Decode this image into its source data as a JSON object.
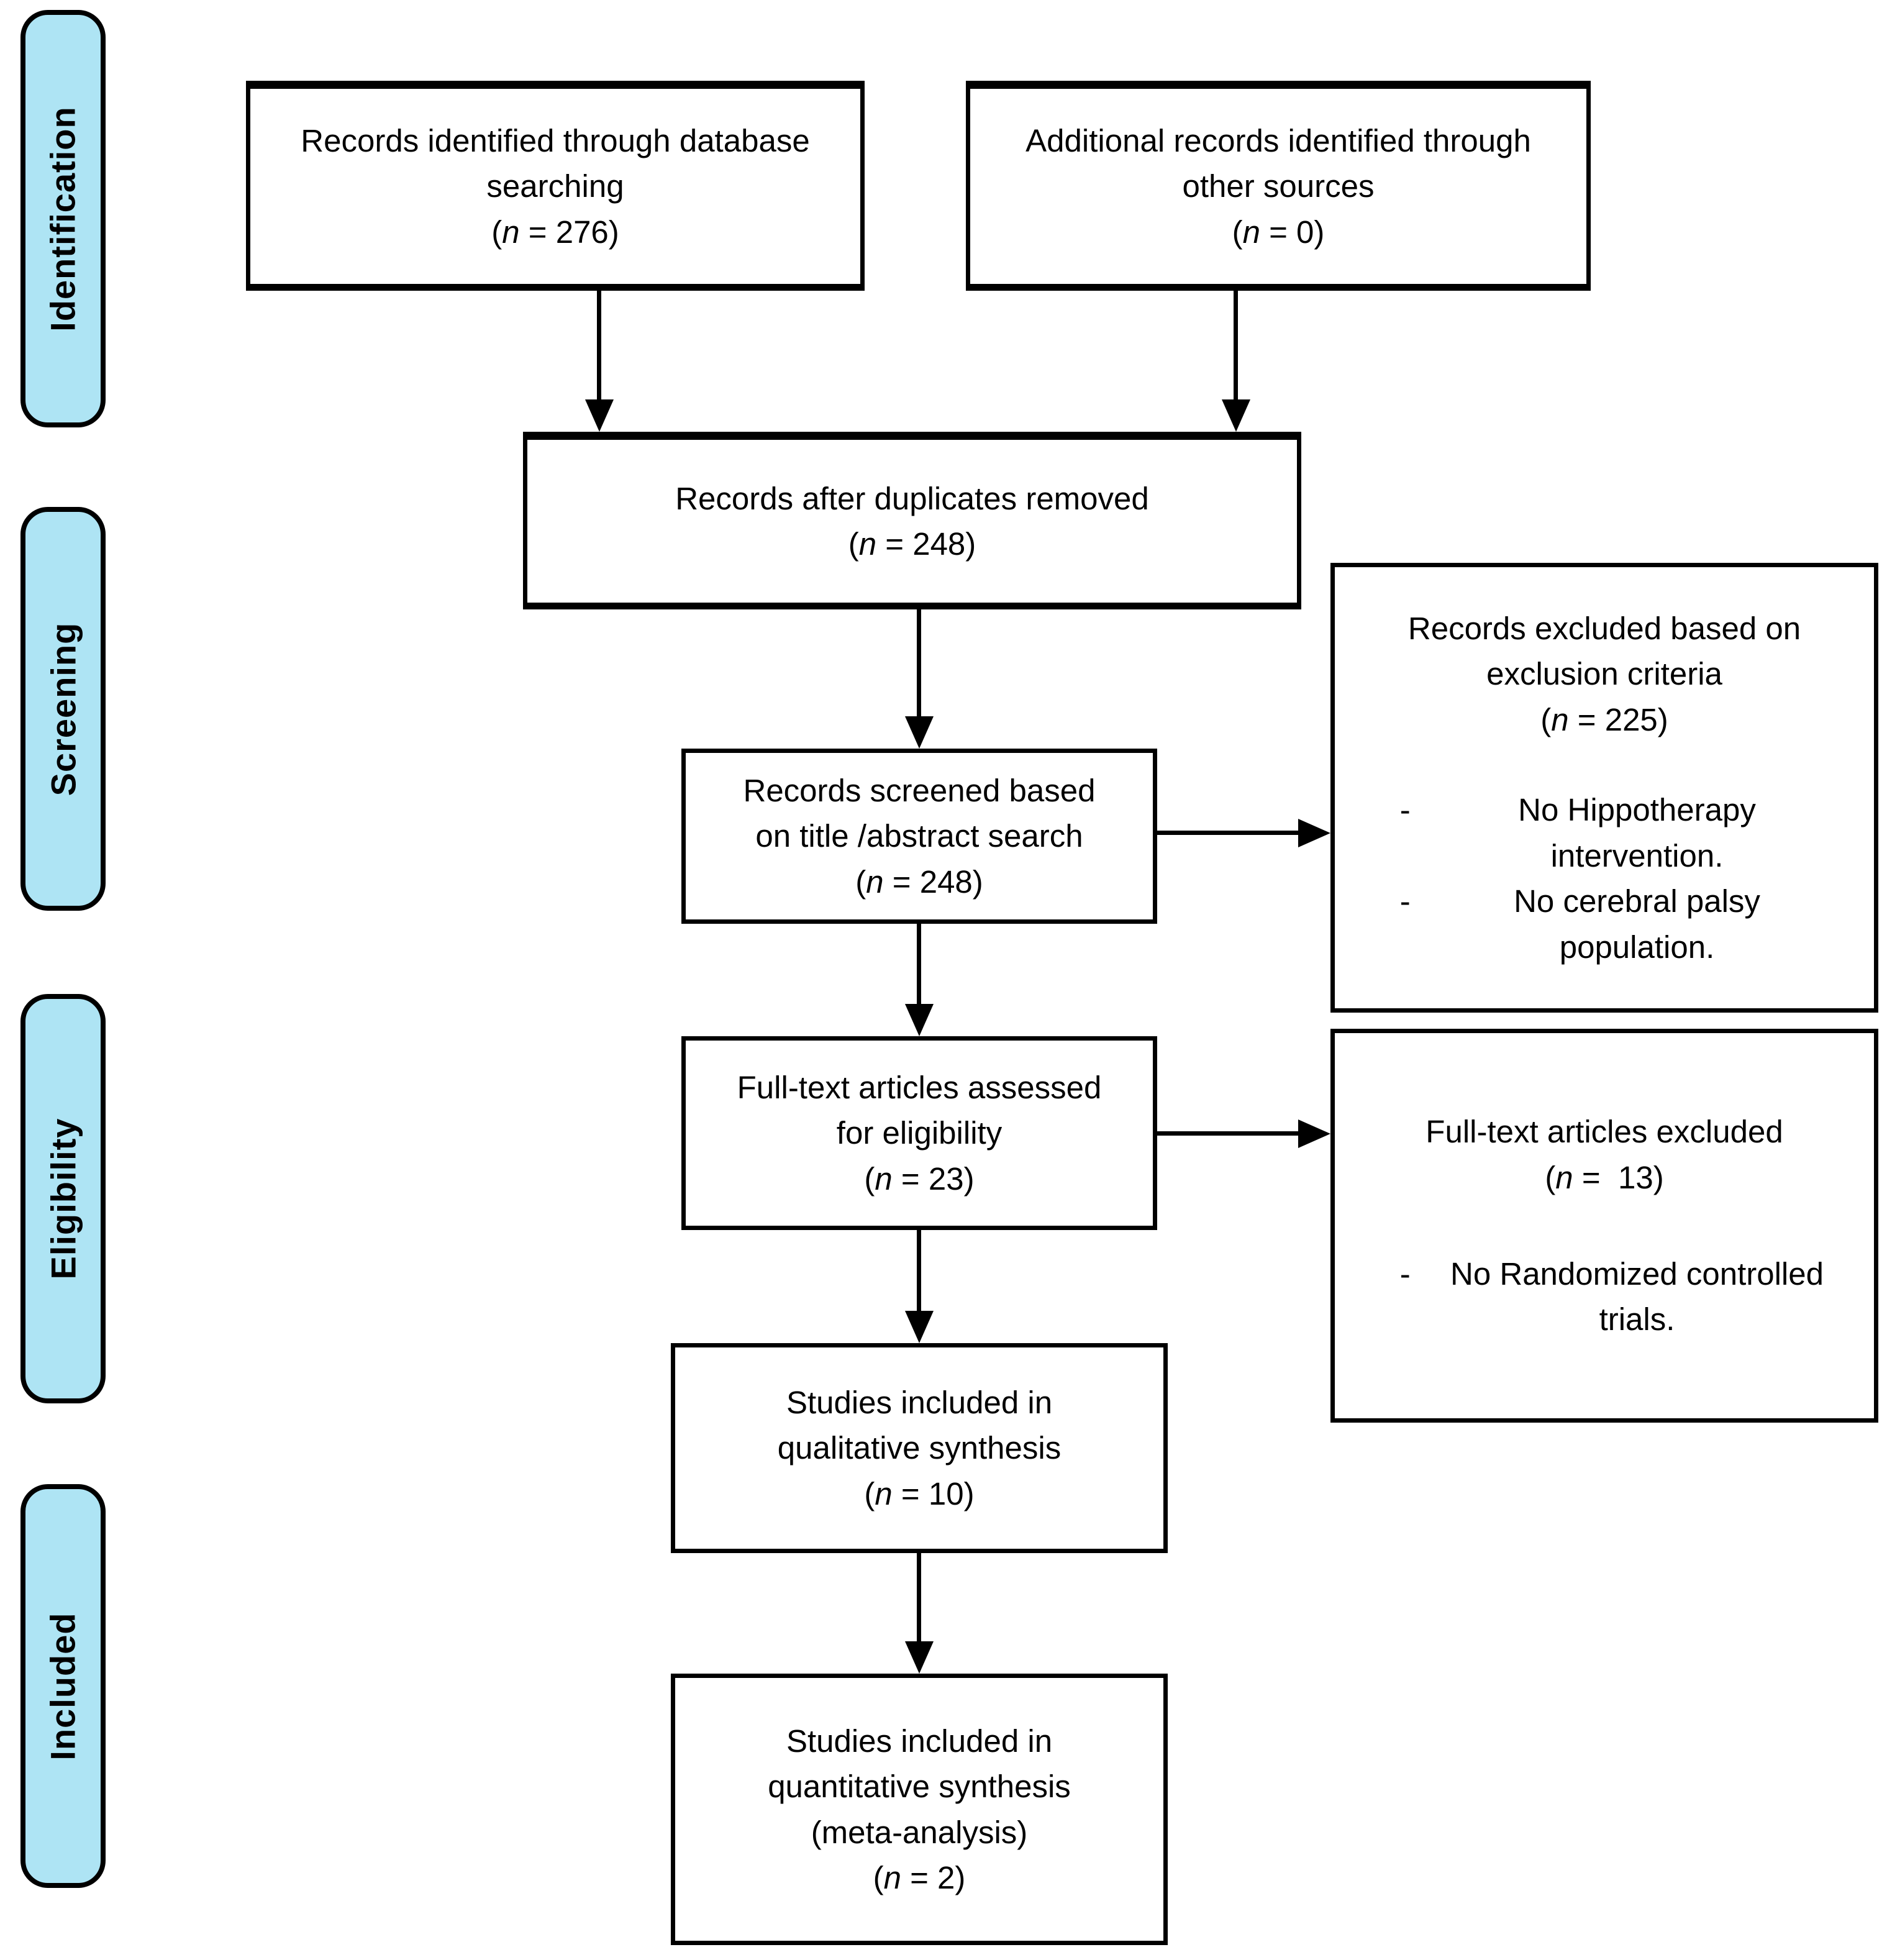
{
  "colors": {
    "stage_fill": "#aee4f4",
    "line": "#000000",
    "text": "#000000",
    "background": "#ffffff"
  },
  "sidebar": {
    "stages": [
      {
        "label": "Identification"
      },
      {
        "label": "Screening"
      },
      {
        "label": "Eligibility"
      },
      {
        "label": "Included"
      }
    ]
  },
  "symbols": {
    "open_paren": "(",
    "n_symbol": "n",
    "bullet_dash": "-"
  },
  "boxes": {
    "records_identified": {
      "lines": [
        "Records identified through database",
        "searching"
      ],
      "n": 276,
      "count_suffix": " = 276)"
    },
    "additional_records": {
      "lines": [
        "Additional records identified through",
        "other sources"
      ],
      "n": 0,
      "count_suffix": " = 0)"
    },
    "duplicates_removed": {
      "lines": [
        "Records after duplicates removed"
      ],
      "n": 248,
      "count_suffix": " = 248)"
    },
    "records_screened": {
      "lines": [
        "Records screened based",
        "on title /abstract search"
      ],
      "n": 248,
      "count_suffix": " = 248)"
    },
    "records_excluded": {
      "lines": [
        "Records excluded based on",
        "exclusion criteria"
      ],
      "n": 225,
      "count_suffix": " = 225)",
      "bullets": [
        "No Hippotherapy intervention.",
        "No cerebral palsy population."
      ]
    },
    "fulltext_assessed": {
      "lines": [
        "Full-text articles assessed",
        "for eligibility"
      ],
      "n": 23,
      "count_suffix": " = 23)"
    },
    "fulltext_excluded": {
      "lines": [
        "Full-text articles excluded"
      ],
      "n": 13,
      "count_suffix": " =  13)",
      "bullets": [
        "No Randomized controlled trials."
      ]
    },
    "qualitative_synthesis": {
      "lines": [
        "Studies included in",
        "qualitative synthesis"
      ],
      "n": 10,
      "count_suffix": " = 10)"
    },
    "quantitative_synthesis": {
      "lines": [
        "Studies included in",
        "quantitative synthesis",
        "(meta-analysis)"
      ],
      "n": 2,
      "count_suffix": " = 2)"
    }
  }
}
